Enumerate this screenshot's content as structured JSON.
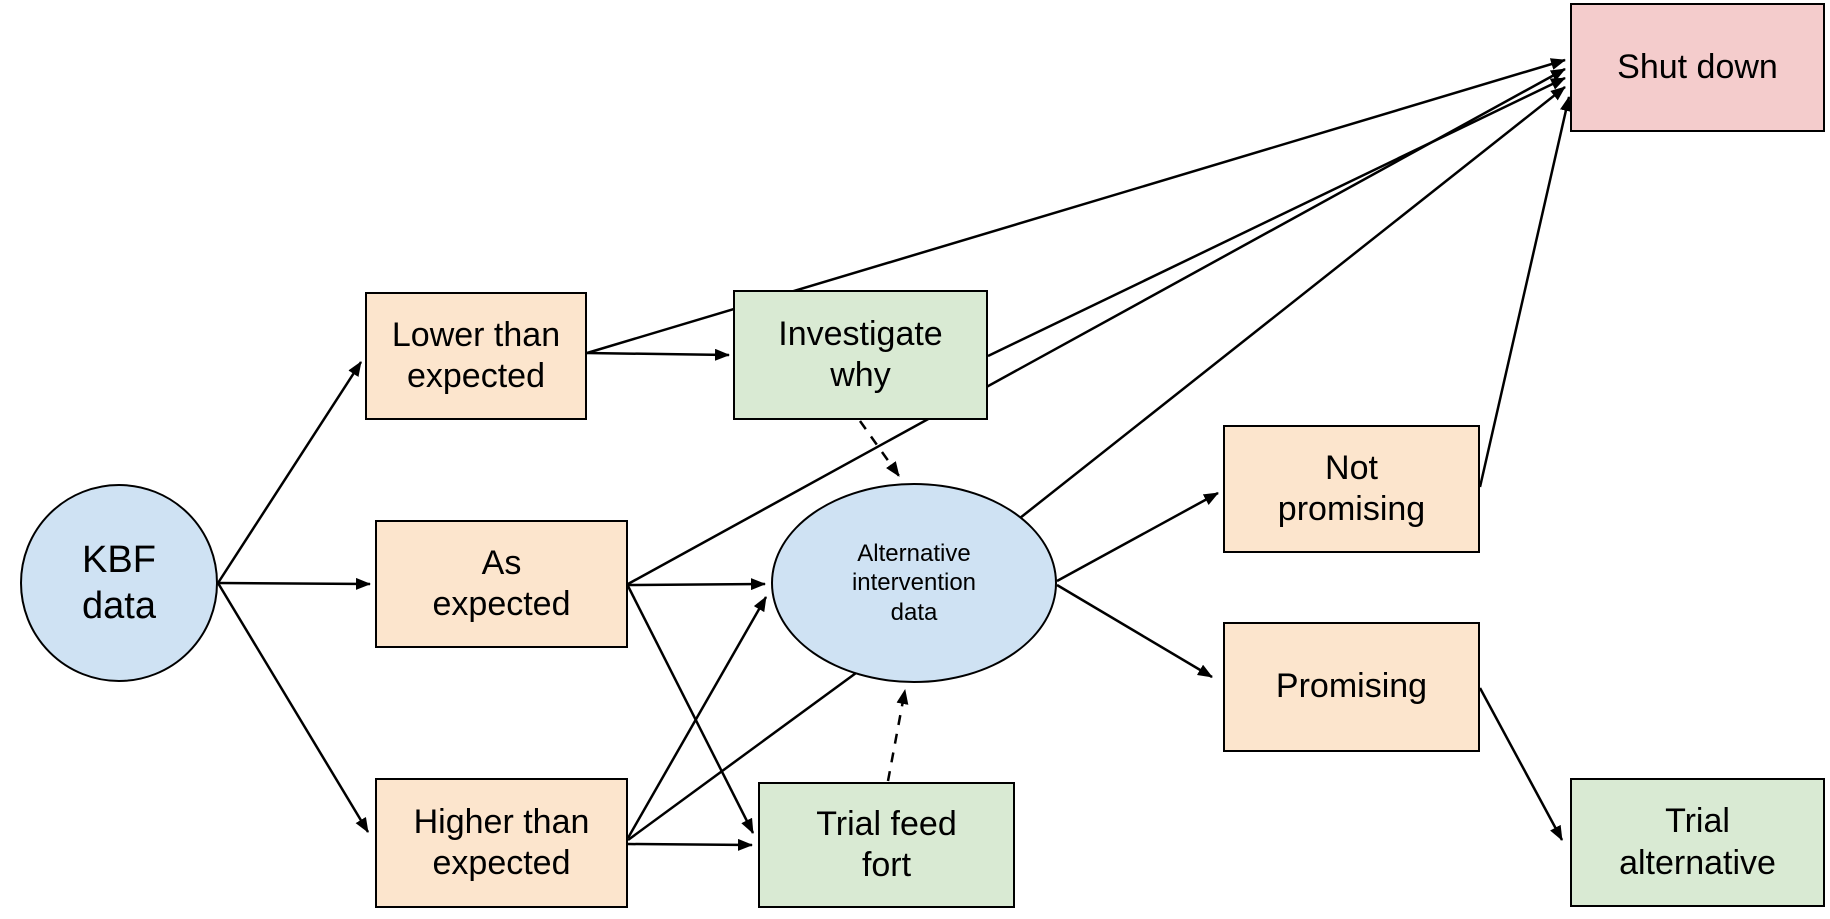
{
  "diagram": {
    "background": "#ffffff",
    "line_color": "#000000",
    "colors": {
      "data_node": "#cfe2f3",
      "result_node": "#fce5cd",
      "action_node": "#d9ead3",
      "terminal_node": "#f4cccc"
    },
    "nodes": {
      "kbf_data": {
        "label": "KBF\ndata",
        "shape": "circle",
        "fill": "#cfe2f3"
      },
      "lower_than_expected": {
        "label": "Lower than\nexpected",
        "shape": "rect",
        "fill": "#fce5cd"
      },
      "as_expected": {
        "label": "As\nexpected",
        "shape": "rect",
        "fill": "#fce5cd"
      },
      "higher_than_expected": {
        "label": "Higher than\nexpected",
        "shape": "rect",
        "fill": "#fce5cd"
      },
      "investigate_why": {
        "label": "Investigate\nwhy",
        "shape": "rect",
        "fill": "#d9ead3"
      },
      "alternative_intervention_data": {
        "label": "Alternative\nintervention\ndata",
        "shape": "ellipse",
        "fill": "#cfe2f3"
      },
      "trial_feed_fort": {
        "label": "Trial feed\nfort",
        "shape": "rect",
        "fill": "#d9ead3"
      },
      "not_promising": {
        "label": "Not\npromising",
        "shape": "rect",
        "fill": "#fce5cd"
      },
      "promising": {
        "label": "Promising",
        "shape": "rect",
        "fill": "#fce5cd"
      },
      "shut_down": {
        "label": "Shut down",
        "shape": "rect",
        "fill": "#f4cccc"
      },
      "trial_alternative": {
        "label": "Trial\nalternative",
        "shape": "rect",
        "fill": "#d9ead3"
      }
    },
    "edges": [
      {
        "from": "kbf_data",
        "to": "lower_than_expected",
        "style": "solid",
        "arrow": true
      },
      {
        "from": "kbf_data",
        "to": "as_expected",
        "style": "solid",
        "arrow": true
      },
      {
        "from": "kbf_data",
        "to": "higher_than_expected",
        "style": "solid",
        "arrow": true
      },
      {
        "from": "lower_than_expected",
        "to": "investigate_why",
        "style": "solid",
        "arrow": true
      },
      {
        "from": "lower_than_expected",
        "to": "shut_down",
        "style": "solid",
        "arrow": true
      },
      {
        "from": "as_expected",
        "to": "shut_down",
        "style": "solid",
        "arrow": true
      },
      {
        "from": "as_expected",
        "to": "alternative_intervention_data",
        "style": "solid",
        "arrow": true
      },
      {
        "from": "as_expected",
        "to": "trial_feed_fort",
        "style": "solid",
        "arrow": true
      },
      {
        "from": "higher_than_expected",
        "to": "alternative_intervention_data",
        "style": "solid",
        "arrow": true
      },
      {
        "from": "higher_than_expected",
        "to": "alternative_intervention_data",
        "style": "solid",
        "arrow": false
      },
      {
        "from": "higher_than_expected",
        "to": "trial_feed_fort",
        "style": "solid",
        "arrow": true
      },
      {
        "from": "investigate_why",
        "to": "shut_down",
        "style": "solid",
        "arrow": true
      },
      {
        "from": "investigate_why",
        "to": "alternative_intervention_data",
        "style": "dashed",
        "arrow": true
      },
      {
        "from": "trial_feed_fort",
        "to": "alternative_intervention_data",
        "style": "dashed",
        "arrow": true
      },
      {
        "from": "alternative_intervention_data",
        "to": "shut_down",
        "style": "solid",
        "arrow": true
      },
      {
        "from": "alternative_intervention_data",
        "to": "not_promising",
        "style": "solid",
        "arrow": true
      },
      {
        "from": "alternative_intervention_data",
        "to": "promising",
        "style": "solid",
        "arrow": true
      },
      {
        "from": "not_promising",
        "to": "shut_down",
        "style": "solid",
        "arrow": true
      },
      {
        "from": "promising",
        "to": "trial_alternative",
        "style": "solid",
        "arrow": true
      }
    ]
  }
}
